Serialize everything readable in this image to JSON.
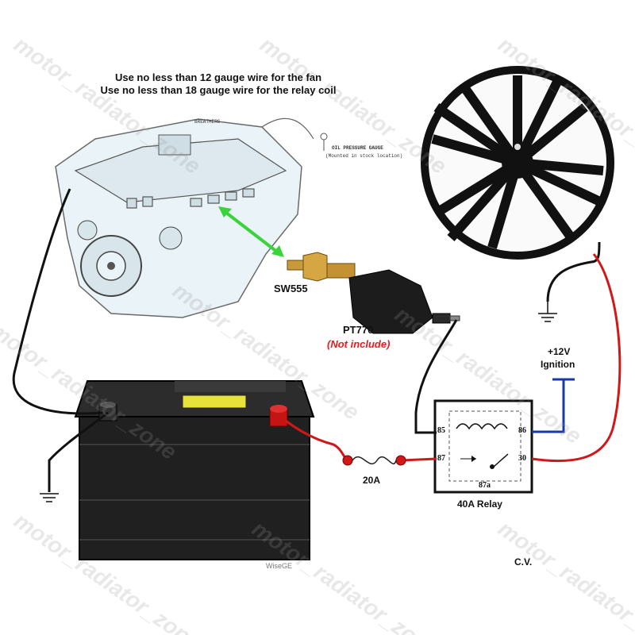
{
  "notes": {
    "line1": "Use no less than 12 gauge wire for the fan",
    "line2": "Use no less than 18 gauge wire for the relay coil"
  },
  "engine": {
    "breathers": "BREATHERS",
    "oil_gauge": "OIL PRESSURE GAUGE",
    "oil_gauge_note": "(Mounted in stock location)"
  },
  "sensor": {
    "name": "SW555"
  },
  "connector": {
    "name": "PT770",
    "note": "(Not include)"
  },
  "ignition": {
    "line1": "+12V",
    "line2": "Ignition"
  },
  "fuse": {
    "rating": "20A"
  },
  "relay": {
    "label": "40A Relay",
    "pin85": "85",
    "pin86": "86",
    "pin87": "87",
    "pin87a": "87a",
    "pin30": "30"
  },
  "battery": {
    "brand": "WiseGE"
  },
  "credit": "C.V.",
  "watermark": "motor_radiator_zone",
  "colors": {
    "positive_wire": "#d01818",
    "ground_wire": "#111111",
    "ignition_wire": "#1838a8",
    "arrow": "#39d439",
    "note_red": "#e02020"
  }
}
